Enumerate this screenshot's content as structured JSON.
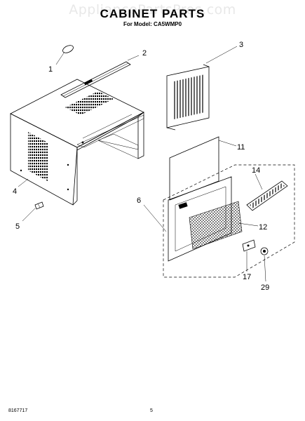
{
  "watermark": "AppliancePartsPros.com",
  "header": {
    "title": "CABINET PARTS",
    "subtitle": "For Model: CA5WMP0"
  },
  "callouts": [
    "1",
    "2",
    "3",
    "4",
    "5",
    "6",
    "11",
    "12",
    "14",
    "17",
    "29"
  ],
  "footer": {
    "doc_number": "8167717",
    "page_number": "5"
  }
}
